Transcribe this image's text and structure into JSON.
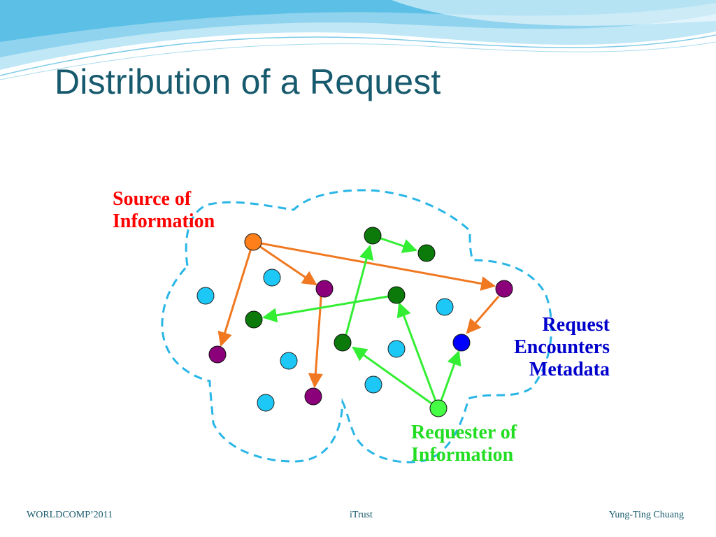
{
  "slide": {
    "title": "Distribution of a Request"
  },
  "labels": {
    "source": [
      "Source of",
      "Information"
    ],
    "request": [
      "Request",
      "Encounters",
      "Metadata"
    ],
    "requester": [
      "Requester of",
      "Information"
    ]
  },
  "footer": {
    "left": "WORLDCOMP’2011",
    "center": "iTrust",
    "right": "Yung-Ting Chuang"
  },
  "colors": {
    "title": "#17596d",
    "source_label": "#ff0000",
    "request_label": "#0000cc",
    "requester_label": "#22dd22",
    "orange_arrow": "#f07820",
    "green_arrow": "#33ee33",
    "dashed_boundary": "#29b6e6",
    "node_source": "#ff7f1a",
    "node_requester": "#44ff44",
    "node_metadata": "#0000ff",
    "node_dark_green": "#0b7a0b",
    "node_purple": "#8b007a",
    "node_cyan": "#1ec8f6"
  }
}
